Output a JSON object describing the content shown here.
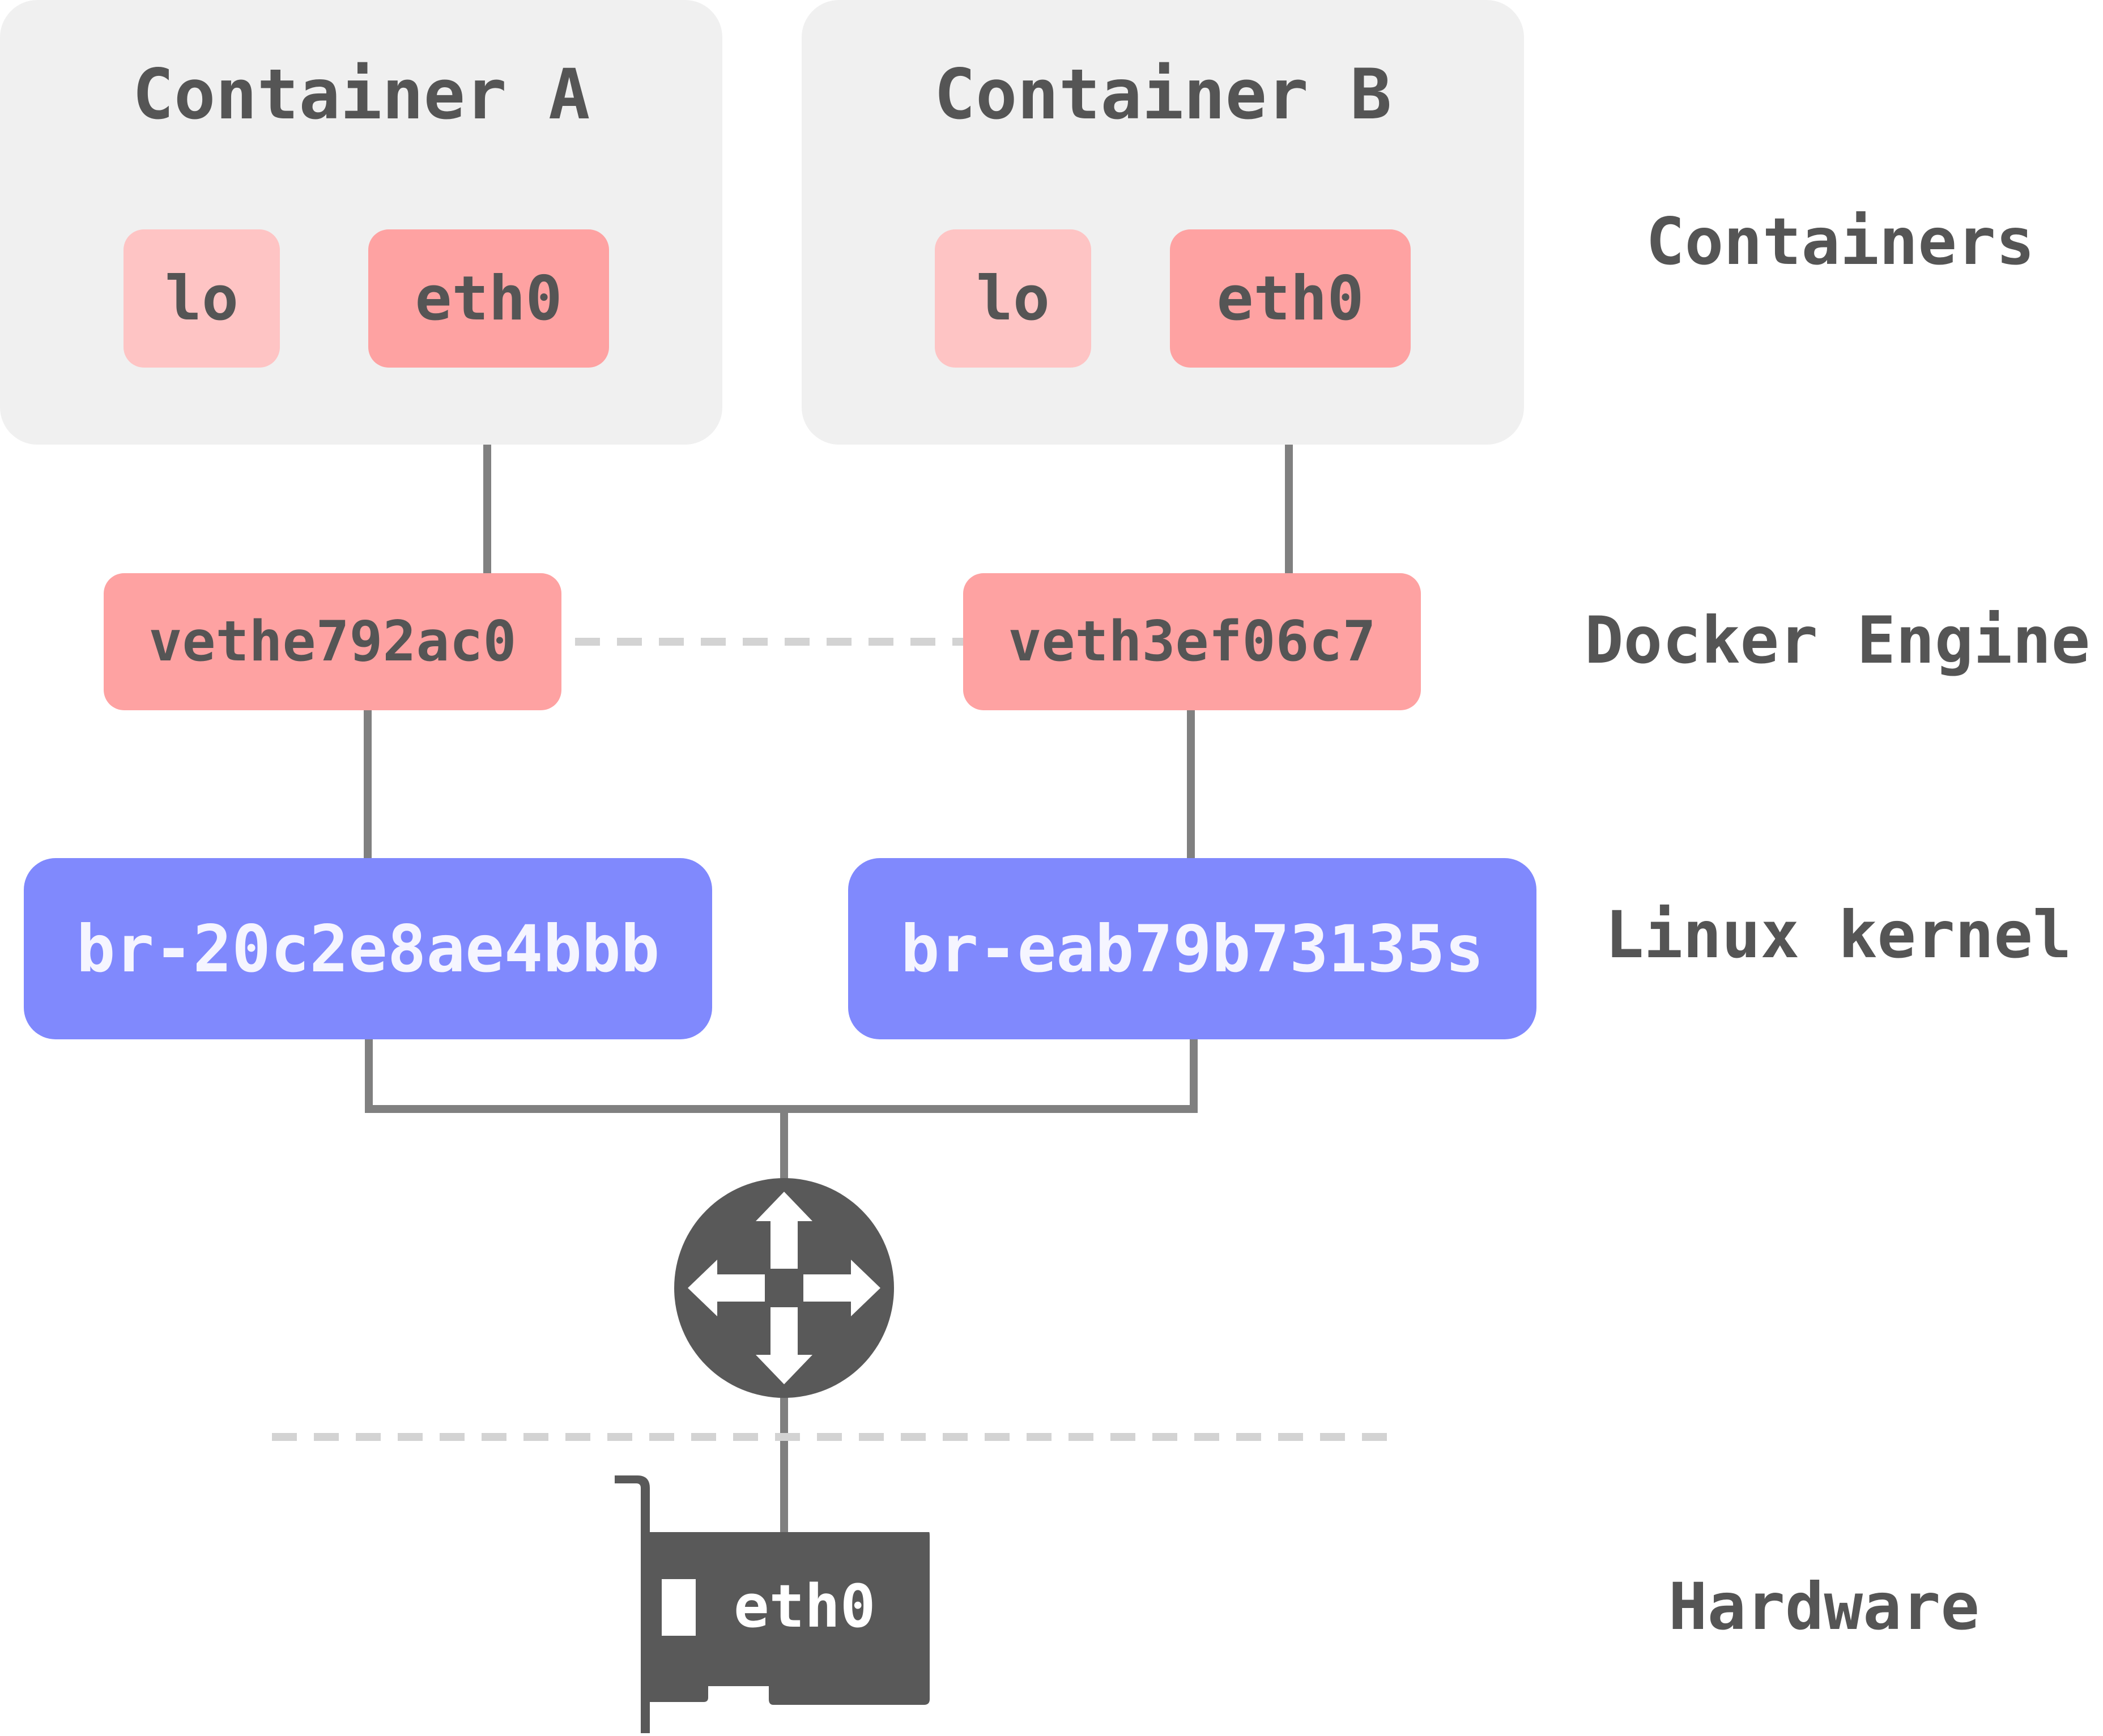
{
  "containers": [
    {
      "title": "Container A",
      "lo": "lo",
      "eth": "eth0"
    },
    {
      "title": "Container B",
      "lo": "lo",
      "eth": "eth0"
    }
  ],
  "veths": [
    "vethe792ac0",
    "veth3ef06c7"
  ],
  "bridges": [
    "br-20c2e8ae4bbb",
    "br-eab79b73135s"
  ],
  "layers": {
    "containers": "Containers",
    "docker_engine": "Docker Engine",
    "linux_kernel": "Linux kernel",
    "hardware": "Hardware"
  },
  "nic": {
    "label": "eth0"
  },
  "icons": {
    "router": "router-icon",
    "nic": "network-card-icon"
  },
  "colors": {
    "container_bg": "#f0f0f0",
    "lo": "#fec4c4",
    "eth": "#fea2a2",
    "bridge": "#8089fd",
    "line": "#808080",
    "dashed": "#d3d3d3",
    "dark": "#555555"
  }
}
